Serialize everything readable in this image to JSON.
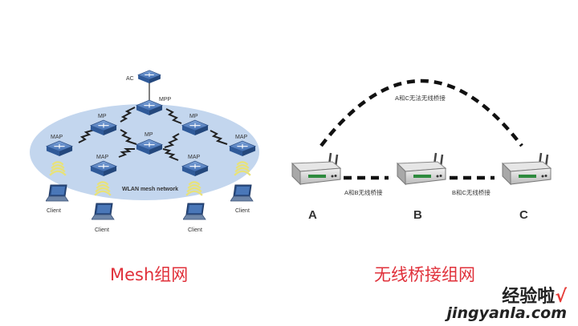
{
  "mesh": {
    "ac_label": "AC",
    "mpp_label": "MPP",
    "mp_label": "MP",
    "map_label": "MAP",
    "network_label": "WLAN mesh network",
    "client_label": "Client",
    "caption": "Mesh组网"
  },
  "bridge": {
    "ac_link_label": "A和C无法无线桥接",
    "ab_link_label": "A和B无线桥接",
    "bc_link_label": "B和C无线桥接",
    "node_a": "A",
    "node_b": "B",
    "node_c": "C",
    "caption": "无线桥接组网"
  },
  "watermark": {
    "title": "经验啦",
    "check": "√",
    "url": "jingyanla.com"
  },
  "colors": {
    "ellipse": "#c3d6ee",
    "device": "#3f6fb4",
    "caption": "#e0303a",
    "wifi": "#e8e27a"
  }
}
